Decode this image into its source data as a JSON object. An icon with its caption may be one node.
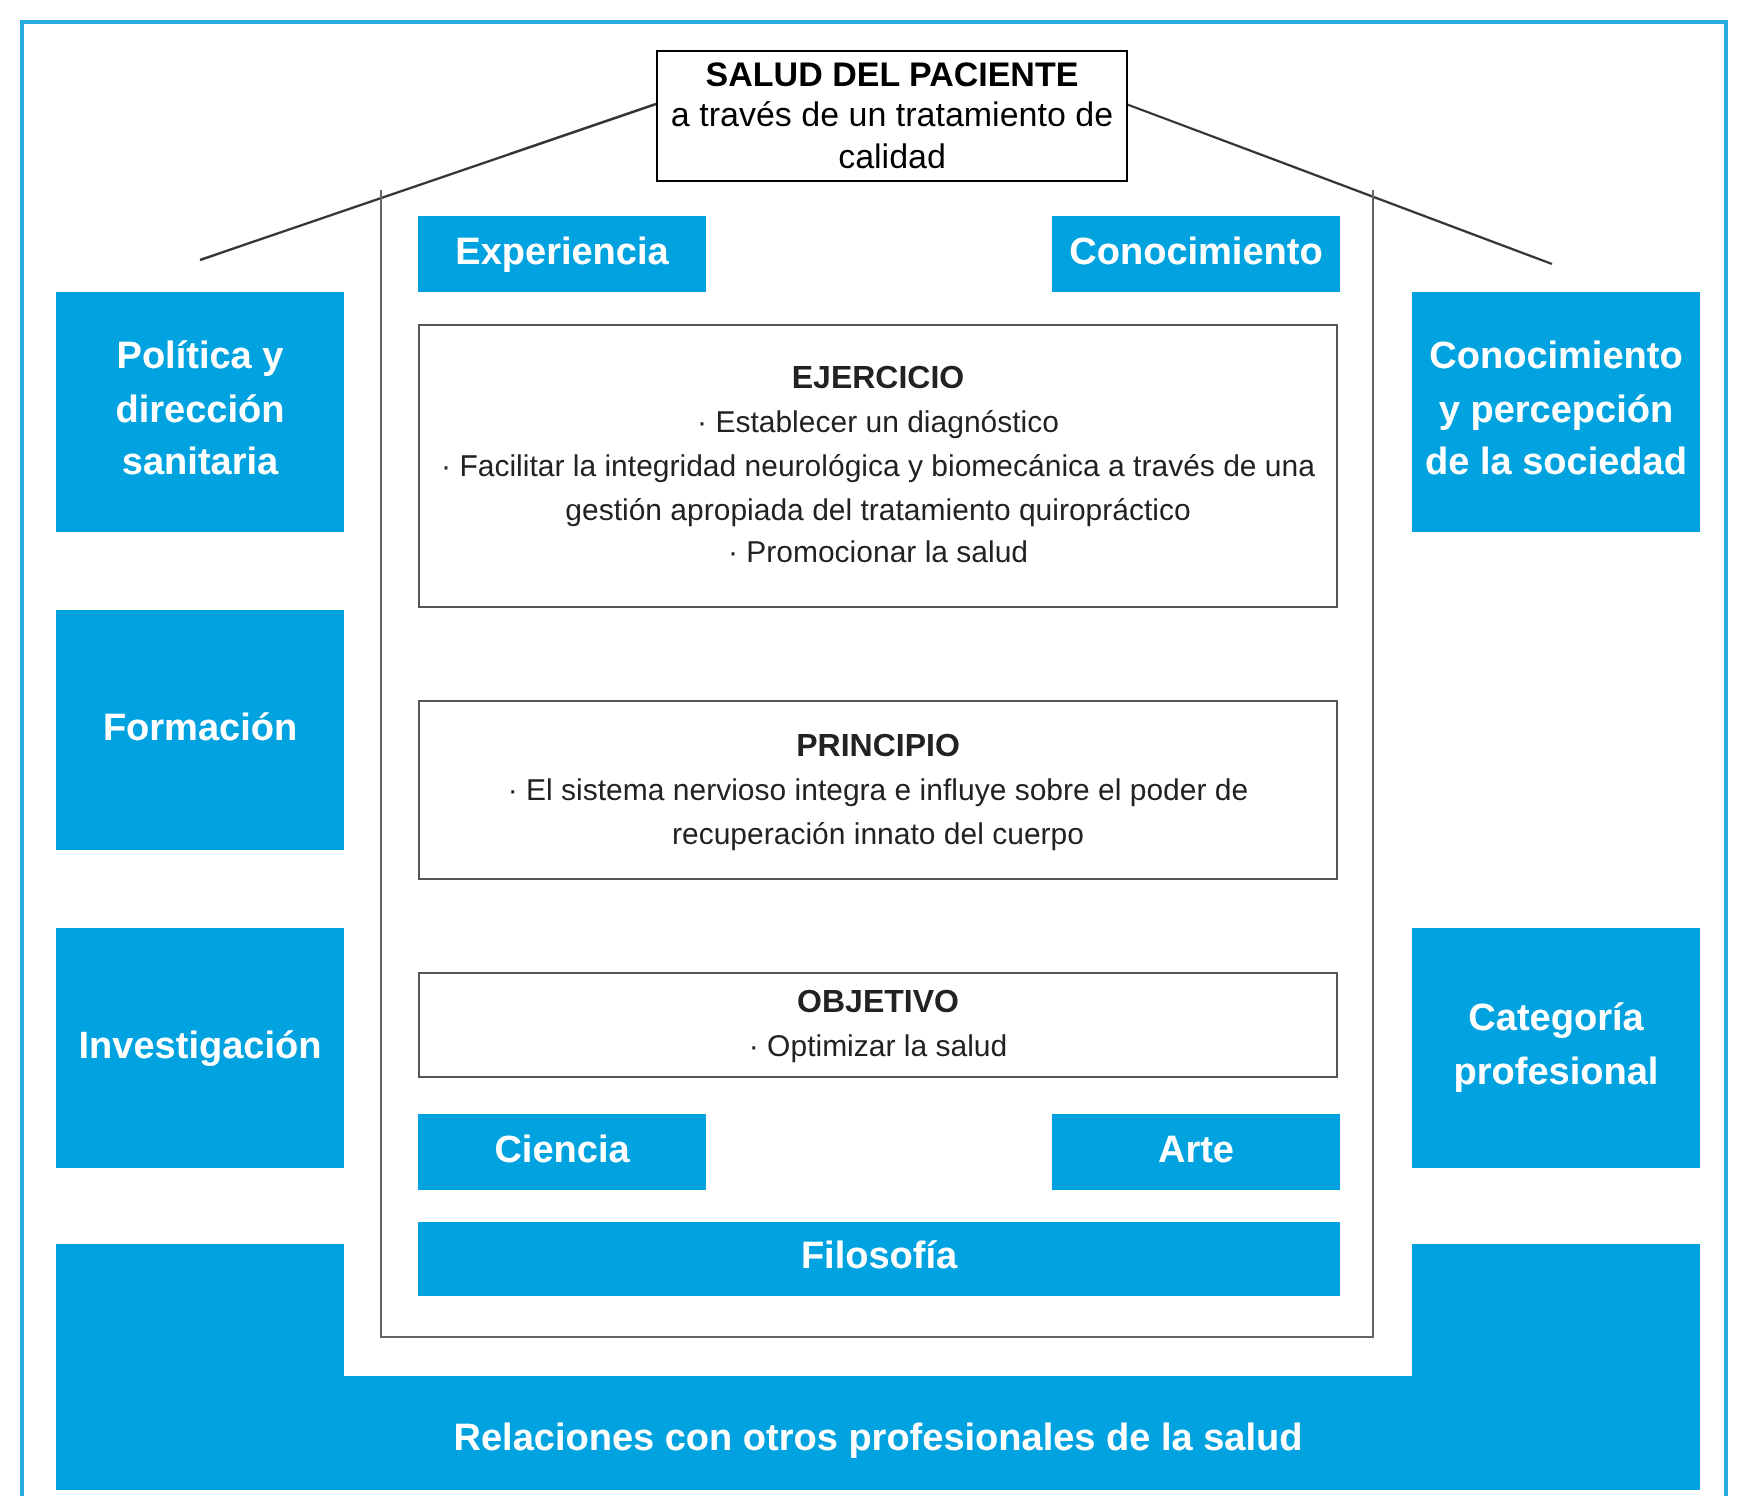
{
  "diagram": {
    "nodes": [
      {
        "text": [
          "SALUD DEL PACIENTE",
          "a través de un tratamiento de calidad"
        ]
      },
      {
        "text": [],
        "shape": "box"
      },
      {
        "text": [
          "Experiencia"
        ],
        "in": 1
      },
      {
        "text": [
          "Conocimiento"
        ],
        "in": 1
      },
      {
        "text": [
          "EJERCICIO",
          "· Establecer un diagnóstico",
          "· Facilitar la integridad neurológica y biomecánica a través de una gestión apropiada del tratamiento quiropráctico",
          "· Promocionar la salud"
        ],
        "in": 1
      },
      {
        "text": [
          "Política y dirección sanitaria"
        ]
      },
      {
        "text": [
          "Conocimiento y percepción de la sociedad"
        ]
      },
      {
        "text": [
          "Formación"
        ]
      },
      {
        "text": [
          "PRINCIPIO",
          "· El sistema nervioso integra e influye sobre el poder de recuperación innato del cuerpo"
        ],
        "in": 1
      },
      {
        "text": [
          "Investigación"
        ]
      },
      {
        "text": [
          "OBJETIVO",
          "· Optimizar la salud"
        ],
        "in": 1
      },
      {
        "text": [
          "Categoría profesional"
        ]
      },
      {
        "text": [
          "Ciencia"
        ],
        "in": 1
      },
      {
        "text": [
          "Arte"
        ],
        "in": 1
      },
      {
        "text": [
          "Filosofía"
        ],
        "in": 1
      },
      {
        "text": [
          "Relaciones con otros profesionales de la salud"
        ]
      }
    ],
    "edges": []
  }
}
